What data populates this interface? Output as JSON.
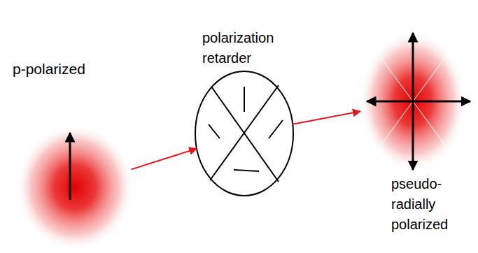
{
  "diagram": {
    "nodes": [
      {
        "text": [
          "p-polarized"
        ]
      },
      {
        "text": [
          "polarization retarder"
        ]
      },
      {
        "text": [
          "pseudo- radially polarized"
        ]
      }
    ],
    "edges": [
      {
        "from": 0,
        "to": 1,
        "arrow": "to"
      },
      {
        "from": 1,
        "to": 2,
        "arrow": "to"
      }
    ]
  }
}
